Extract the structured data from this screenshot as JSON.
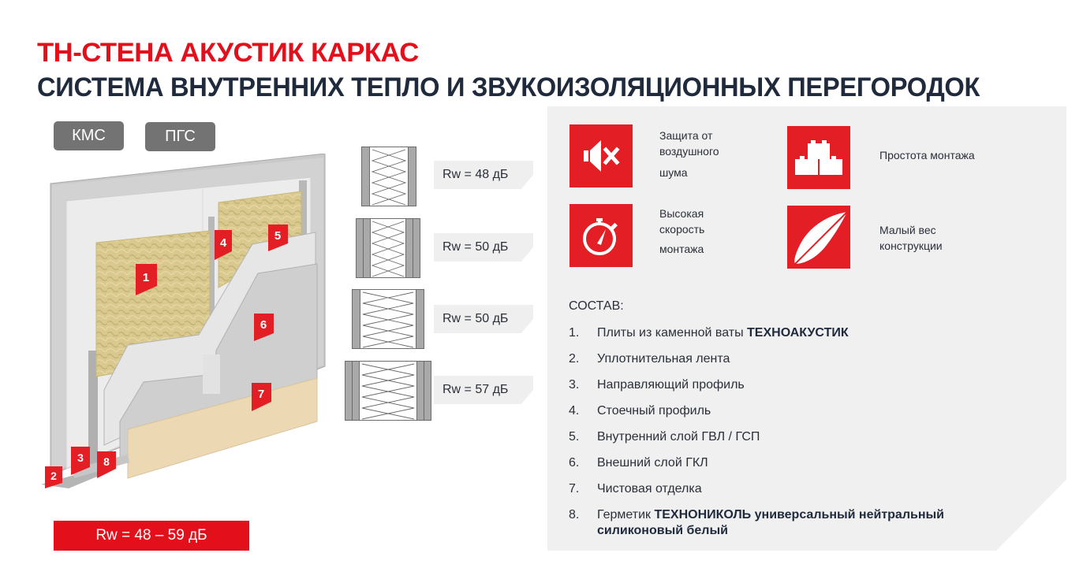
{
  "header": {
    "title": "ТН-СТЕНА АКУСТИК КАРКАС",
    "subtitle": "СИСТЕМА ВНУТРЕННИХ ТЕПЛО И ЗВУКОИЗОЛЯЦИОННЫХ ПЕРЕГОРОДОК"
  },
  "tags": [
    "КМС",
    "ПГС"
  ],
  "illustration": {
    "markers": [
      "1",
      "2",
      "3",
      "4",
      "5",
      "6",
      "7",
      "8"
    ]
  },
  "rw_range": "Rw = 48 – 59 дБ",
  "sections": [
    {
      "rw": "Rw = 48 дБ"
    },
    {
      "rw": "Rw = 50 дБ"
    },
    {
      "rw": "Rw = 50 дБ"
    },
    {
      "rw": "Rw = 57 дБ"
    }
  ],
  "features": [
    {
      "icon": "muted-speaker-icon",
      "lines": [
        "Защита от",
        "воздушного",
        "шума"
      ]
    },
    {
      "icon": "bricks-icon",
      "lines": [
        "Простота монтажа"
      ]
    },
    {
      "icon": "stopwatch-icon",
      "lines": [
        "Высокая",
        "скорость",
        "монтажа"
      ]
    },
    {
      "icon": "feather-icon",
      "lines": [
        "Малый вес",
        "конструкции"
      ]
    }
  ],
  "composition": {
    "title": "СОСТАВ:",
    "items": [
      {
        "num": "1.",
        "text": "Плиты из каменной ваты ",
        "bold": "ТЕХНОАКУСТИК",
        "after": ""
      },
      {
        "num": "2.",
        "text": "Уплотнительная лента",
        "bold": "",
        "after": ""
      },
      {
        "num": "3.",
        "text": "Направляющий профиль",
        "bold": "",
        "after": ""
      },
      {
        "num": "4.",
        "text": "Стоечный профиль",
        "bold": "",
        "after": ""
      },
      {
        "num": "5.",
        "text": "Внутренний слой ГВЛ / ГСП",
        "bold": "",
        "after": ""
      },
      {
        "num": "6.",
        "text": "Внешний слой ГКЛ",
        "bold": "",
        "after": ""
      },
      {
        "num": "7.",
        "text": "Чистовая отделка",
        "bold": "",
        "after": ""
      },
      {
        "num": "8.",
        "text": "Герметик ",
        "bold": "ТЕХНОНИКОЛЬ универсальный нейтральный силиконовый белый",
        "after": ""
      }
    ]
  },
  "colors": {
    "brand_red": "#e3101b",
    "icon_red": "#e31e24",
    "title_navy": "#1f2a3c",
    "panel_gray": "#f0f0f0",
    "tag_gray": "#737373"
  }
}
